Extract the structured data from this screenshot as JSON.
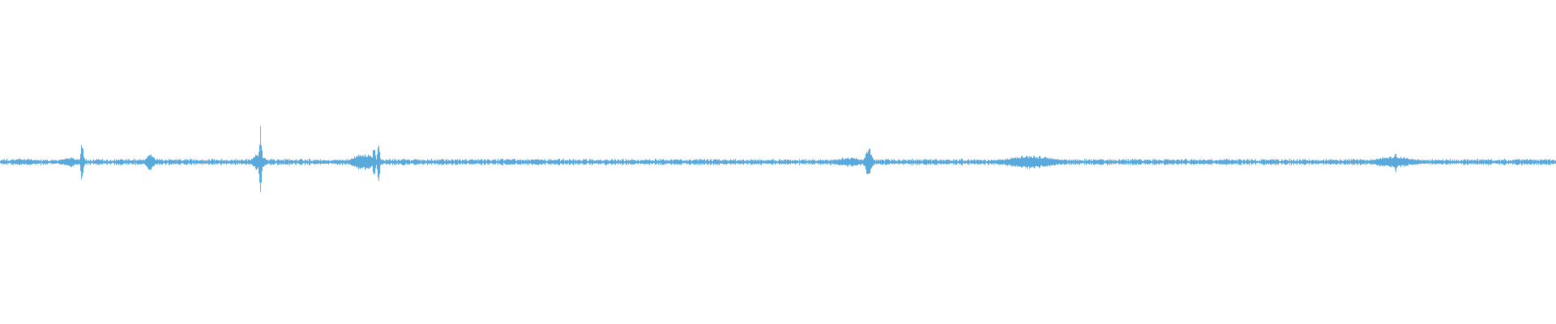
{
  "chart_data": {
    "type": "area",
    "style": "audio-waveform",
    "color": "#5aa9dc",
    "background": "#ffffff",
    "grid": false,
    "legend": "none",
    "ylim": [
      -1,
      1
    ],
    "xlim": [
      0,
      1
    ],
    "baseline_amplitude": 0.012,
    "noise_amplitude": 0.006,
    "peaks": [
      {
        "x": 0.0448,
        "amp": 0.03,
        "width": 0.006
      },
      {
        "x": 0.0525,
        "amp": 0.12,
        "width": 0.0012
      },
      {
        "x": 0.0965,
        "amp": 0.055,
        "width": 0.003
      },
      {
        "x": 0.166,
        "amp": 0.05,
        "width": 0.005
      },
      {
        "x": 0.1672,
        "amp": 0.24,
        "width": 0.001
      },
      {
        "x": 0.233,
        "amp": 0.05,
        "width": 0.008
      },
      {
        "x": 0.2402,
        "amp": 0.11,
        "width": 0.001
      },
      {
        "x": 0.243,
        "amp": 0.13,
        "width": 0.001
      },
      {
        "x": 0.545,
        "amp": 0.03,
        "width": 0.01
      },
      {
        "x": 0.558,
        "amp": 0.095,
        "width": 0.0025
      },
      {
        "x": 0.662,
        "amp": 0.04,
        "width": 0.02
      },
      {
        "x": 0.896,
        "amp": 0.035,
        "width": 0.015
      },
      {
        "x": 0.8965,
        "amp": 0.06,
        "width": 0.0015
      }
    ]
  }
}
